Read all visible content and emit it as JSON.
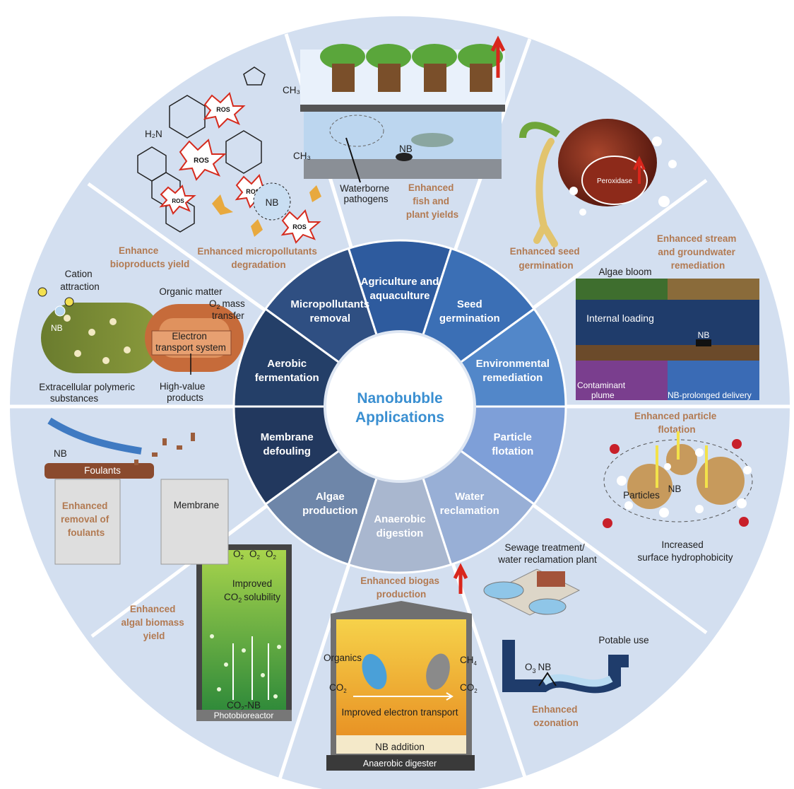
{
  "center": {
    "line1": "Nanobubble",
    "line2": "Applications"
  },
  "inner_ring": [
    {
      "lines": [
        "Agriculture and",
        "aquaculture"
      ],
      "color": "#2e5b9e"
    },
    {
      "lines": [
        "Seed",
        "germination"
      ],
      "color": "#3b6fb5"
    },
    {
      "lines": [
        "Environmental",
        "remediation"
      ],
      "color": "#5287c9"
    },
    {
      "lines": [
        "Particle",
        "flotation"
      ],
      "color": "#7e9fd8"
    },
    {
      "lines": [
        "Water",
        "reclamation"
      ],
      "color": "#98afd6"
    },
    {
      "lines": [
        "Anaerobic",
        "digestion"
      ],
      "color": "#a9b7cf"
    },
    {
      "lines": [
        "Algae",
        "production"
      ],
      "color": "#6e86a9"
    },
    {
      "lines": [
        "Membrane",
        "defouling"
      ],
      "color": "#22385e"
    },
    {
      "lines": [
        "Aerobic",
        "fermentation"
      ],
      "color": "#243f68"
    },
    {
      "lines": [
        "Micropollutants",
        "removal"
      ],
      "color": "#2f4f82"
    }
  ],
  "outer_ring_color": "#cfdcef",
  "panels": {
    "agriculture": {
      "title": [
        "Enhanced",
        "fish and",
        "plant yields"
      ],
      "pathogens": [
        "Waterborne",
        "pathogens"
      ],
      "nb": "NB"
    },
    "seed": {
      "title": [
        "Enhanced seed",
        "germination"
      ],
      "peroxidase": "Peroxidase"
    },
    "environment": {
      "title": [
        "Enhanced stream",
        "and groundwater",
        "remediation"
      ],
      "algae": "Algae bloom",
      "internal": "Internal loading",
      "nb": "NB",
      "plume": [
        "Contaminant",
        "plume"
      ],
      "delivery": "NB-prolonged delivery"
    },
    "particle": {
      "title": [
        "Enhanced particle",
        "flotation"
      ],
      "particles": "Particles",
      "nb": "NB",
      "hydro": [
        "Increased",
        "surface hydrophobicity"
      ]
    },
    "water": {
      "plant": [
        "Sewage treatment/",
        "water reclamation plant"
      ],
      "potable": "Potable use",
      "o3": "O",
      "o3sub": "3",
      "nb": "NB",
      "title": [
        "Enhanced",
        "ozonation"
      ]
    },
    "anaerobic": {
      "title": [
        "Enhanced biogas",
        "production"
      ],
      "organics": "Organics",
      "ch": "CH",
      "chsub": "4",
      "co2a": "CO",
      "co2b": "CO",
      "sub2": "2",
      "electron": "Improved electron transport",
      "nbadd": "NB addition",
      "digester": "Anaerobic digester"
    },
    "algae": {
      "title": [
        "Enhanced",
        "algal biomass",
        "yield"
      ],
      "o2": "O",
      "o2sub": "2",
      "improved": "Improved",
      "co2sol": "CO",
      "co2solsub": "2",
      "solubility": "solubility",
      "co2nb": "CO",
      "co2nbsub": "2",
      "co2nbtail": "-NB",
      "reactor": "Photobioreactor"
    },
    "membrane": {
      "nb": "NB",
      "foulants": "Foulants",
      "membrane": "Membrane",
      "title": [
        "Enhanced",
        "removal of",
        "foulants"
      ]
    },
    "aerobic": {
      "title": [
        "Enhance",
        "bioproducts yield"
      ],
      "cation": [
        "Cation",
        "attraction"
      ],
      "organic": "Organic matter",
      "o2": "O",
      "o2sub": "2",
      "mass": "mass",
      "transfer": "transfer",
      "nb": "NB",
      "ets": [
        "Electron",
        "transport system"
      ],
      "eps": [
        "Extracellular polymeric",
        "substances"
      ],
      "hv": [
        "High-value",
        "products"
      ]
    },
    "micro": {
      "title": [
        "Enhanced micropollutants",
        "degradation"
      ],
      "ros": "ROS",
      "nb": "NB",
      "h2n": "H₂N",
      "ch3": "CH₃"
    }
  }
}
